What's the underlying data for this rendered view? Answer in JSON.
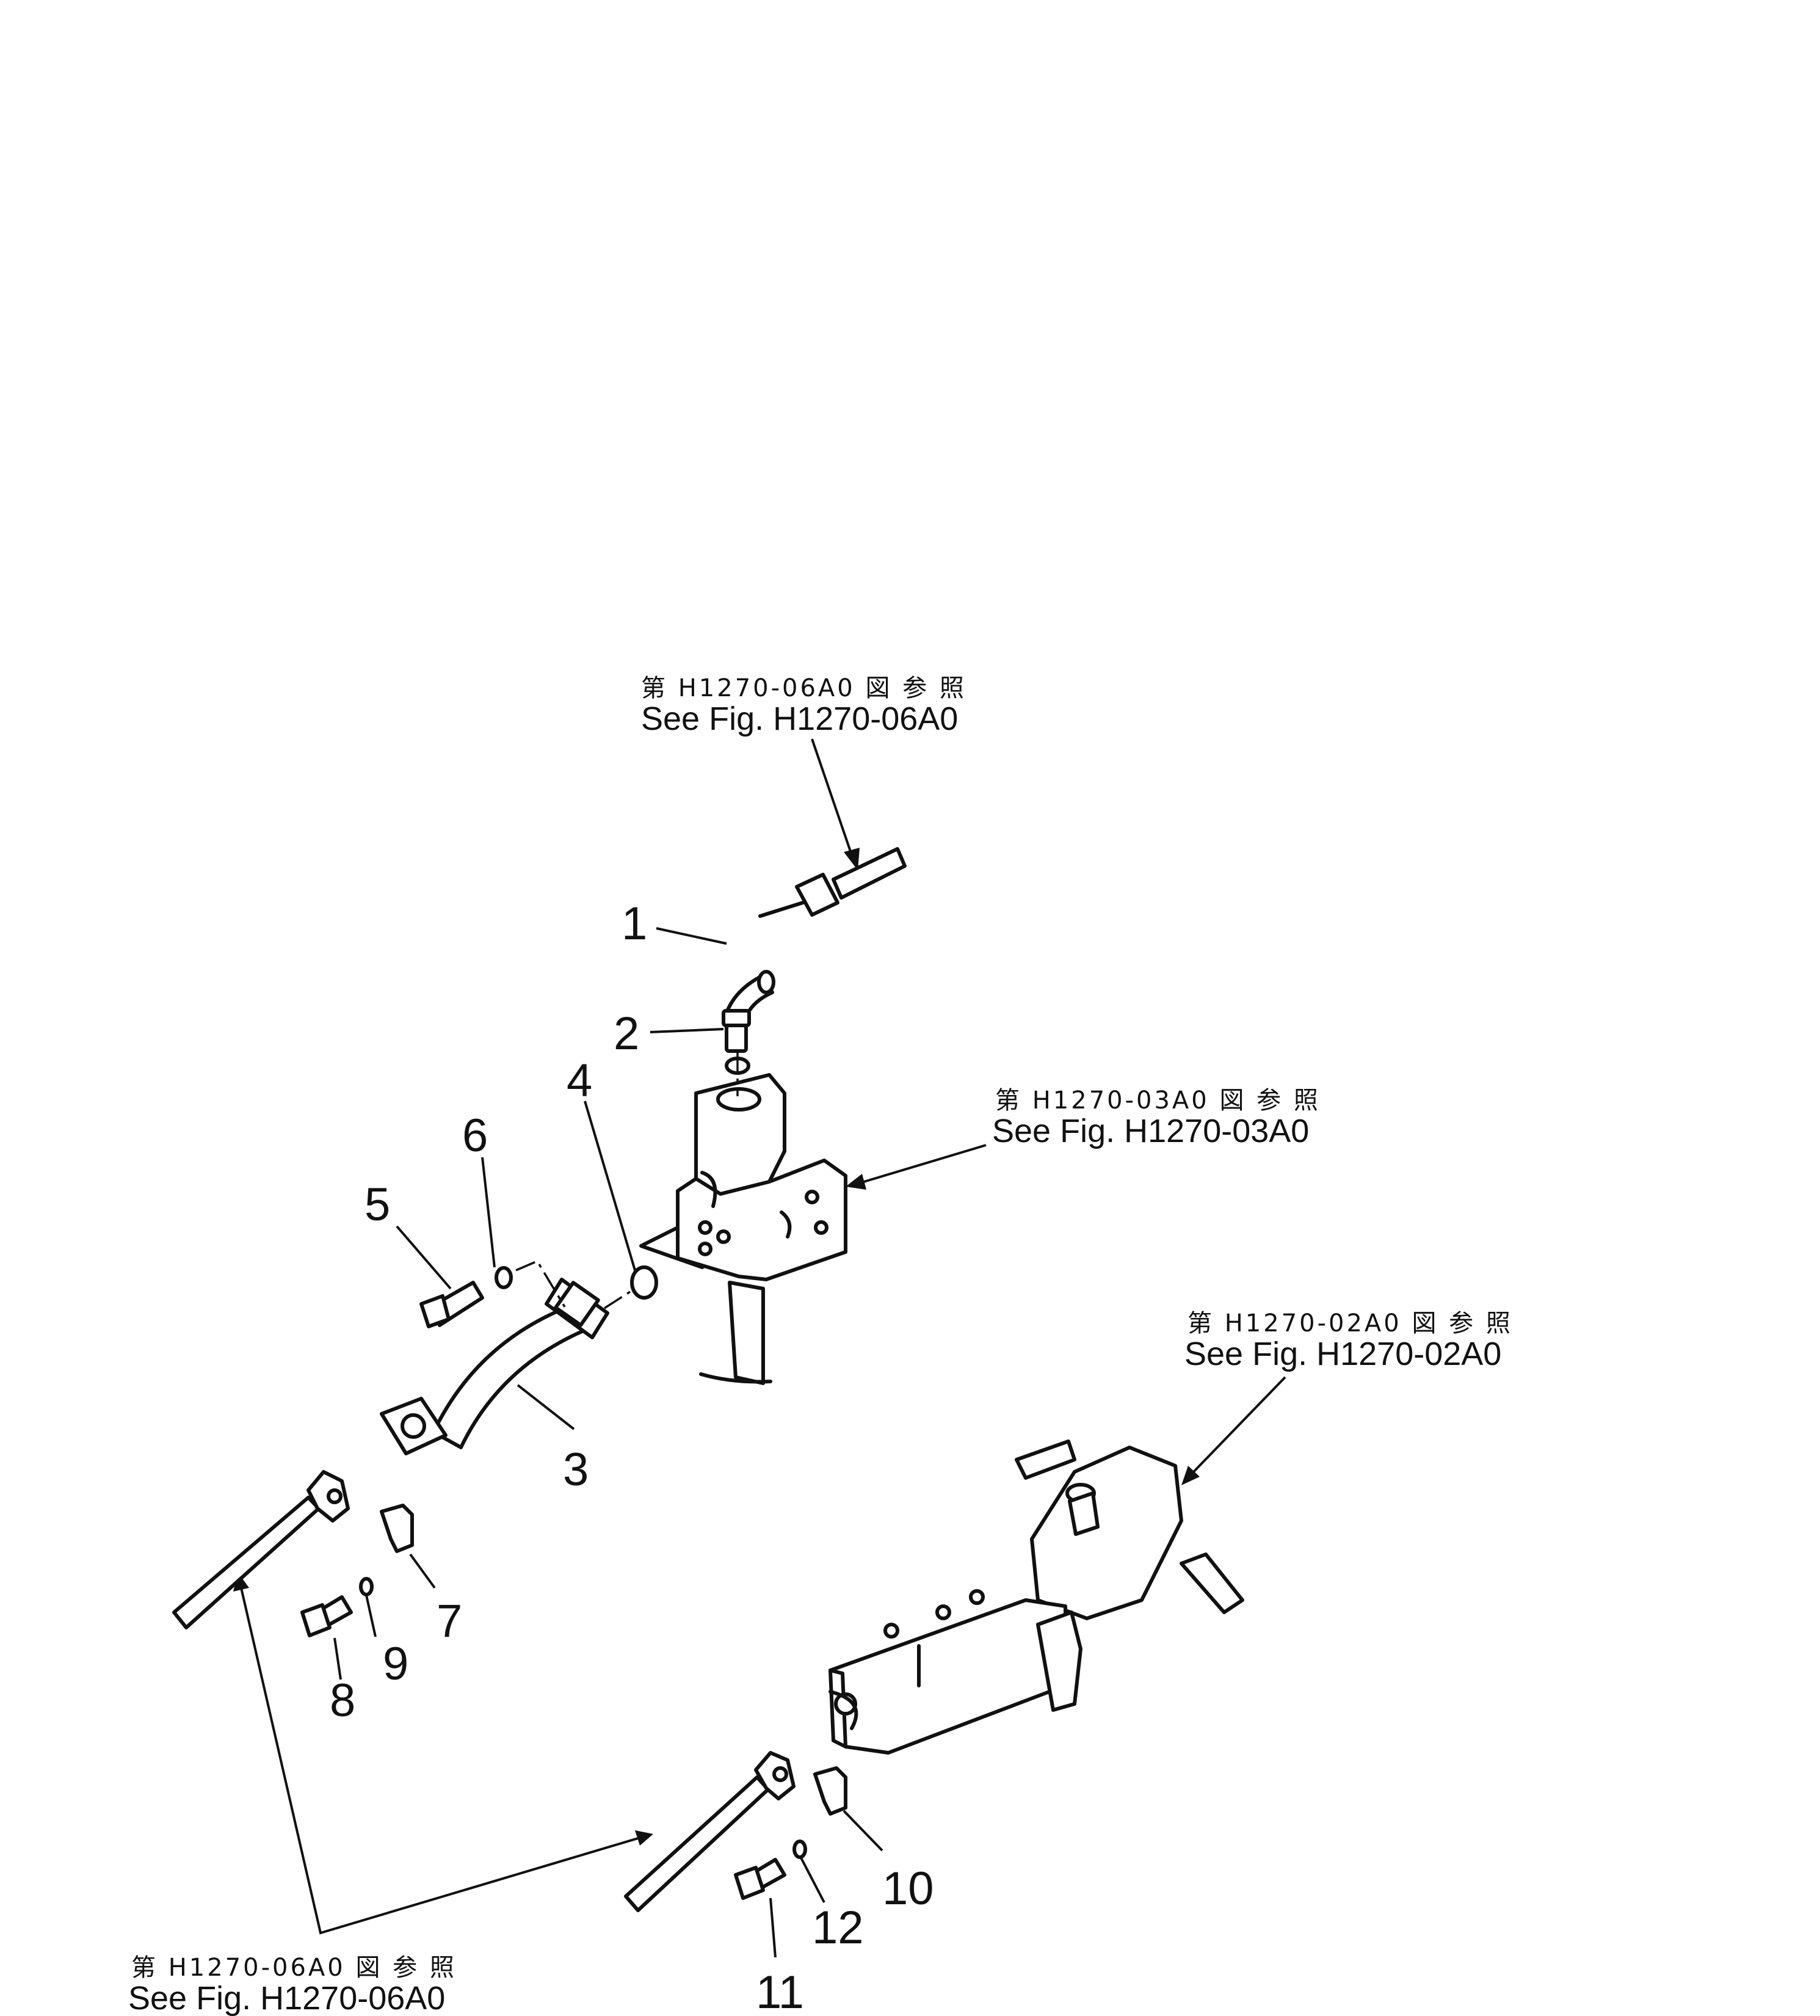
{
  "references": [
    {
      "id": "ref-top",
      "jp": "第 H1270-06A0 図 参 照",
      "en": "See Fig. H1270-06A0"
    },
    {
      "id": "ref-valve",
      "jp": "第 H1270-03A0 図 参 照",
      "en": "See Fig. H1270-03A0"
    },
    {
      "id": "ref-right",
      "jp": "第 H1270-02A0 図 参 照",
      "en": "See Fig. H1270-02A0"
    },
    {
      "id": "ref-bottom",
      "jp": "第 H1270-06A0 図 参 照",
      "en": "See Fig. H1270-06A0"
    }
  ],
  "callouts": [
    "1",
    "2",
    "3",
    "4",
    "5",
    "6",
    "7",
    "8",
    "9",
    "10",
    "11",
    "12"
  ]
}
